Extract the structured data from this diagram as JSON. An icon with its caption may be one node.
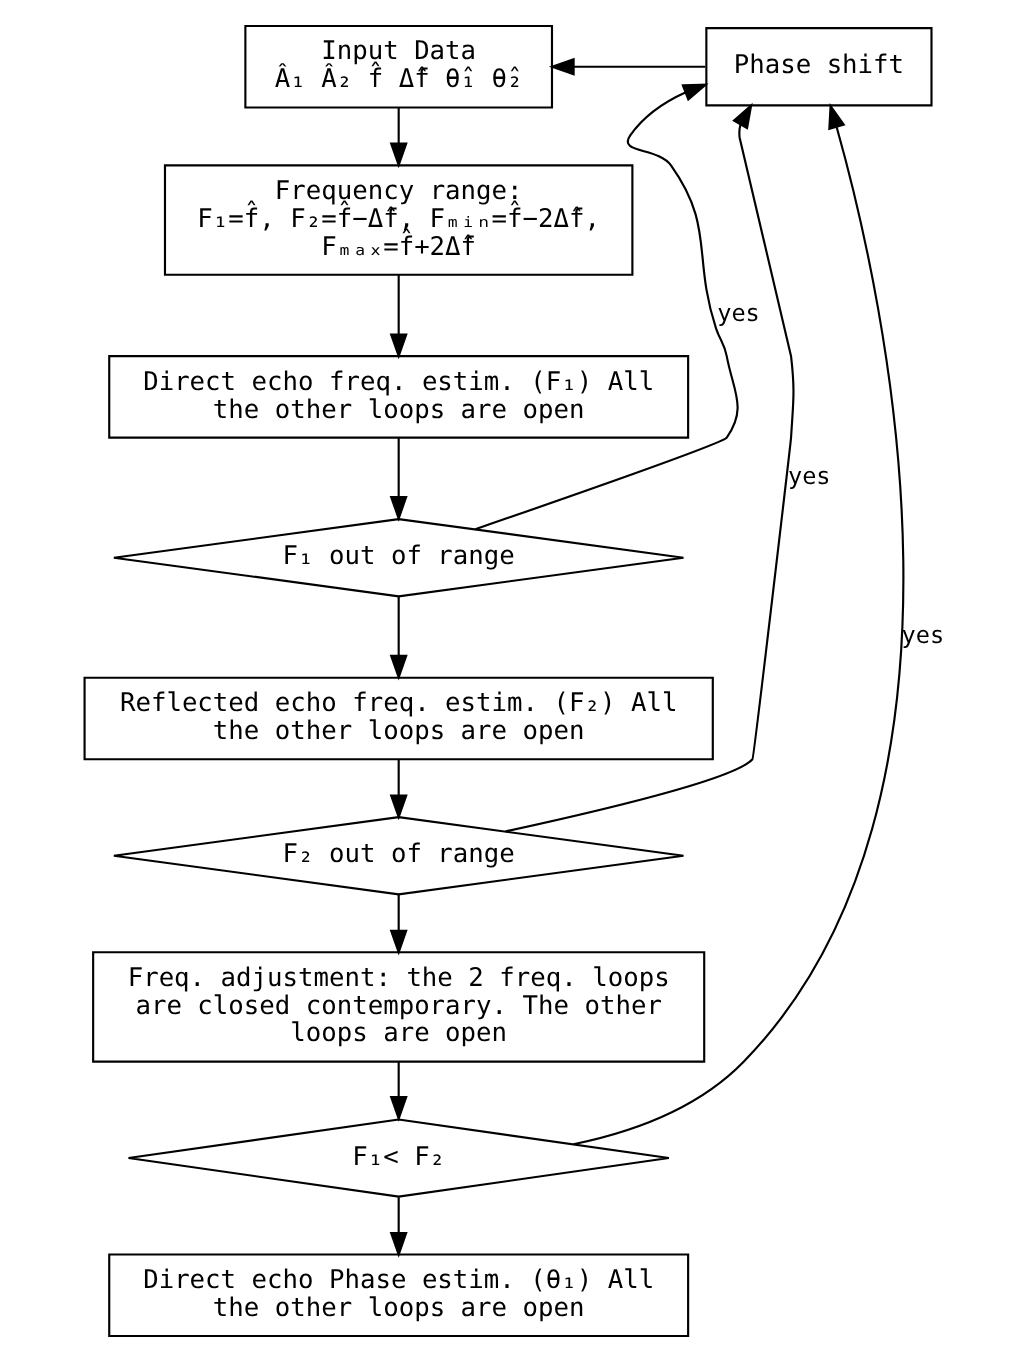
{
  "diagram": {
    "nodes": [
      {
        "text": [
          "Input Data",
          "Â₁ Â₂ f̂ Δ̂f θ̂₁ θ̂₂"
        ]
      },
      {
        "text": [
          "Phase shift"
        ]
      },
      {
        "text": [
          "Frequency range:",
          "F₁=f̂, F₂=f̂−Δ̂f, Fₘᵢₙ=f̂−2Δ̂f, Fₘₐₓ=f̂+2Δ̂f"
        ]
      },
      {
        "text": [
          "Direct echo freq. estim. (F₁) All the other loops are open"
        ]
      },
      {
        "text": [
          "F₁ out of range"
        ]
      },
      {
        "text": [
          "Reflected echo freq. estim. (F₂) All the other loops are open"
        ]
      },
      {
        "text": [
          "F₂ out of range"
        ]
      },
      {
        "text": [
          "Freq. adjustment: the 2 freq. loops are closed contemporary. The other loops are open"
        ]
      },
      {
        "text": [
          "F₁< F₂"
        ]
      },
      {
        "text": [
          "Direct echo Phase estim. (θ₁) All the other loops are open"
        ]
      }
    ],
    "edges": [
      {
        "from": 1,
        "to": 0,
        "arrow": "to"
      },
      {
        "from": 0,
        "to": 2,
        "arrow": "to"
      },
      {
        "from": 2,
        "to": 3,
        "arrow": "to"
      },
      {
        "from": 3,
        "to": 4,
        "arrow": "to"
      },
      {
        "from": 4,
        "to": 1,
        "arrow": "to",
        "label": "yes"
      },
      {
        "from": 4,
        "to": 5,
        "arrow": "to"
      },
      {
        "from": 5,
        "to": 6,
        "arrow": "to"
      },
      {
        "from": 6,
        "to": 1,
        "arrow": "to",
        "label": "yes"
      },
      {
        "from": 6,
        "to": 7,
        "arrow": "to"
      },
      {
        "from": 7,
        "to": 8,
        "arrow": "to"
      },
      {
        "from": 8,
        "to": 1,
        "arrow": "to",
        "label": "yes"
      },
      {
        "from": 8,
        "to": 9,
        "arrow": "to"
      }
    ]
  }
}
